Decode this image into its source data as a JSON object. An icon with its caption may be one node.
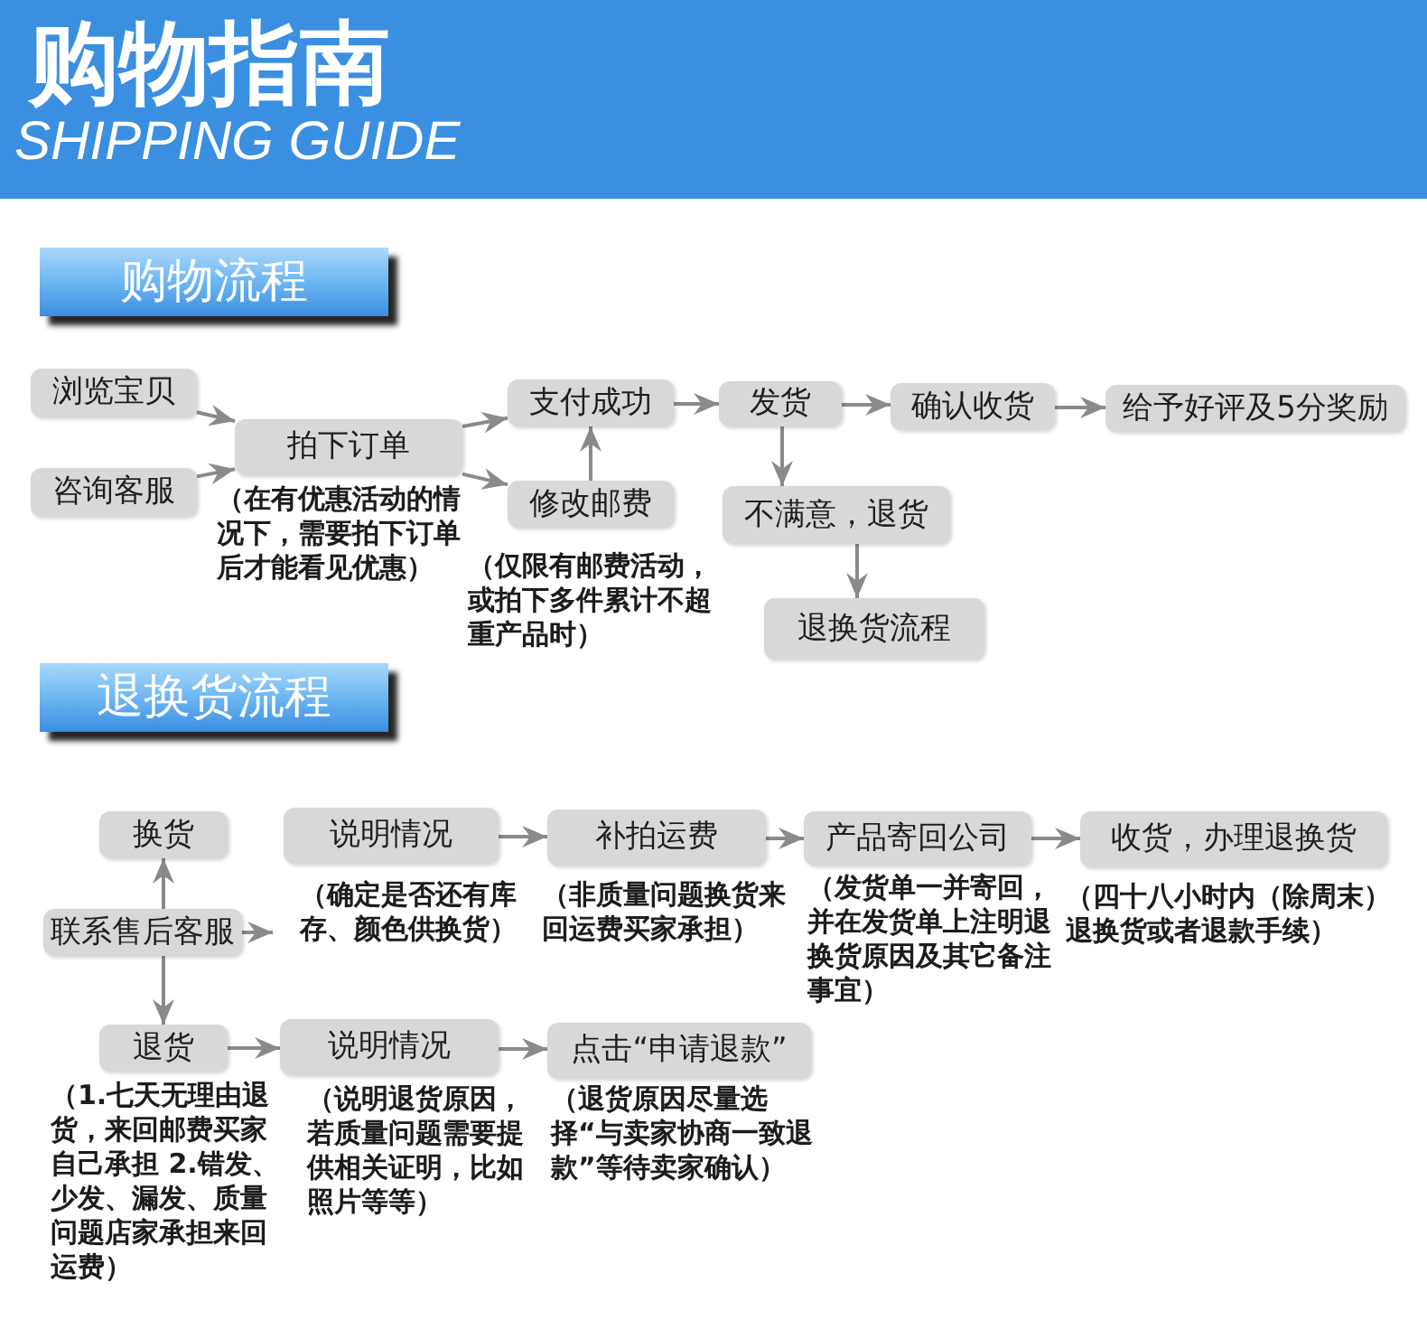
{
  "diagram": {
    "title": "购物指南",
    "nodes": [
      {
        "text": [
          "购物流程"
        ]
      },
      {
        "text": [
          "浏览宝贝"
        ]
      },
      {
        "text": [
          "咨询客服"
        ]
      },
      {
        "text": [
          "拍下订单"
        ],
        "beside": [
          "（在有优惠活动的情况下，需要拍下订单后才能看见优惠）"
        ]
      },
      {
        "text": [
          "支付成功"
        ]
      },
      {
        "text": [
          "修改邮费"
        ],
        "beside": [
          "（仅限有邮费活动，或拍下多件累计不超重产品时）"
        ]
      },
      {
        "text": [
          "发货"
        ]
      },
      {
        "text": [
          "确认收货"
        ]
      },
      {
        "text": [
          "给予好评及5分奖励"
        ]
      },
      {
        "text": [
          "不满意，退货"
        ]
      },
      {
        "text": [
          "退换货流程"
        ]
      },
      {
        "text": [
          "退换货流程"
        ]
      },
      {
        "text": [
          "换货"
        ]
      },
      {
        "text": [
          "说明情况"
        ],
        "beside": [
          "（确定是否还有库存、颜色供换货）"
        ]
      },
      {
        "text": [
          "补拍运费"
        ],
        "beside": [
          "（非质量问题换货来回运费买家承担）"
        ]
      },
      {
        "text": [
          "产品寄回公司"
        ],
        "beside": [
          "（发货单一并寄回，并在发货单上注明退换货原因及其它备注事宜）"
        ]
      },
      {
        "text": [
          "收货，办理退换货"
        ],
        "beside": [
          "（四十八小时内（除周末）退换货或者退款手续）"
        ]
      },
      {
        "text": [
          "联系售后客服"
        ]
      },
      {
        "text": [
          "退货"
        ],
        "beside": [
          "（1.七天无理由退货，来回邮费买家自己承担 2.错发、少发、漏发、质量问题店家承担来回运费）"
        ]
      },
      {
        "text": [
          "说明情况"
        ],
        "beside": [
          "（说明退货原因，若质量问题需要提供相关证明，比如照片等等）"
        ]
      },
      {
        "text": [
          "点击“申请退款”"
        ],
        "beside": [
          "（退货原因尽量选择“与卖家协商一致退款”等待卖家确认）"
        ]
      }
    ],
    "edges": [
      {
        "from": 1,
        "to": 3,
        "arrow": "to"
      },
      {
        "from": 2,
        "to": 3,
        "arrow": "to"
      },
      {
        "from": 3,
        "to": 4,
        "arrow": "to"
      },
      {
        "from": 3,
        "to": 5,
        "arrow": "to"
      },
      {
        "from": 5,
        "to": 4,
        "arrow": "to"
      },
      {
        "from": 4,
        "to": 6,
        "arrow": "to"
      },
      {
        "from": 6,
        "to": 7,
        "arrow": "to"
      },
      {
        "from": 7,
        "to": 8,
        "arrow": "to"
      },
      {
        "from": 6,
        "to": 9,
        "arrow": "to"
      },
      {
        "from": 9,
        "to": 10,
        "arrow": "to"
      },
      {
        "from": 17,
        "to": 12,
        "arrow": "to"
      },
      {
        "from": 17,
        "to": 18,
        "arrow": "to"
      },
      {
        "from": 13,
        "to": 14,
        "arrow": "to"
      },
      {
        "from": 14,
        "to": 15,
        "arrow": "to"
      },
      {
        "from": 15,
        "to": 16,
        "arrow": "to"
      },
      {
        "from": 18,
        "to": 19,
        "arrow": "to"
      },
      {
        "from": 19,
        "to": 20,
        "arrow": "to"
      },
      {
        "from": 17,
        "to": null,
        "arrow": "to"
      }
    ],
    "labels": [
      "SHIPPING GUIDE"
    ]
  }
}
